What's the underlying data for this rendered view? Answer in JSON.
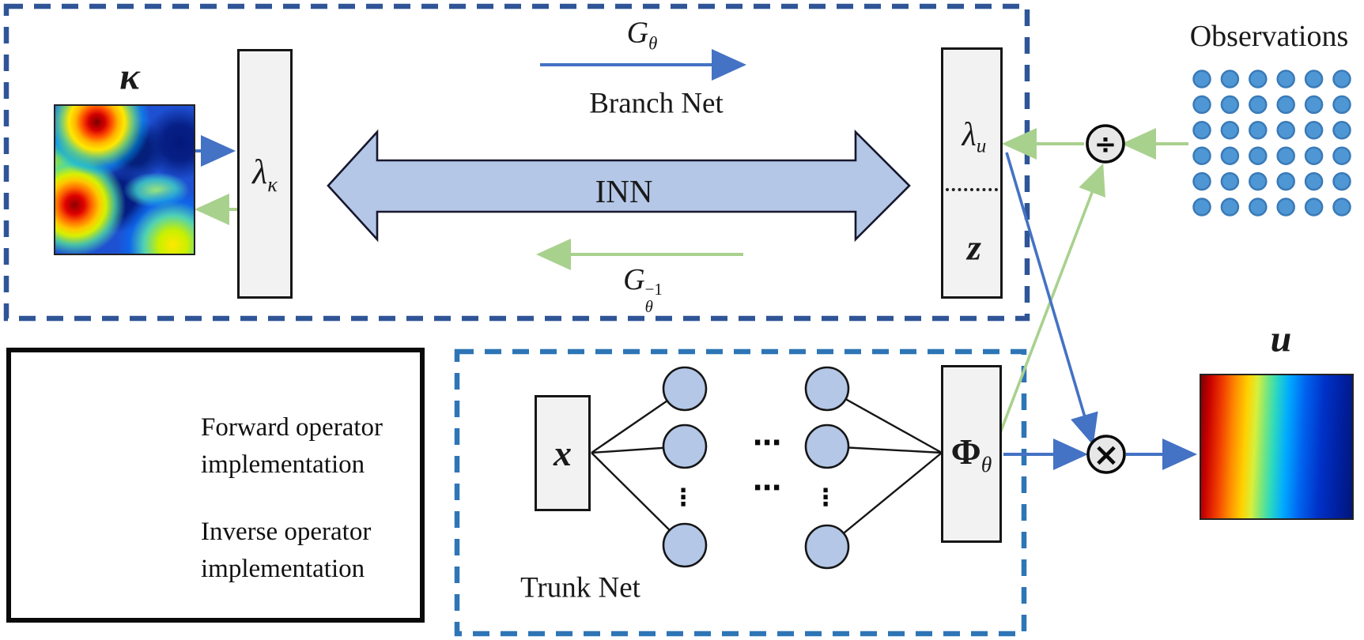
{
  "branch_section": {
    "input_label": "κ",
    "latent_input": {
      "base": "λ",
      "sub": "κ"
    },
    "forward_map": {
      "base": "G",
      "sub": "θ"
    },
    "forward_name": "Branch Net",
    "inn_label": "INN",
    "inverse_map": {
      "base": "G",
      "sub": "θ",
      "sup": "−1"
    },
    "latent_output": {
      "base": "λ",
      "sub": "u"
    },
    "z_label": "z"
  },
  "trunk_section": {
    "input_label": "x",
    "output_label": {
      "base": "Φ",
      "sub": "θ"
    },
    "name": "Trunk Net",
    "h_ellipsis": "⋯",
    "v_ellipsis": "⋮"
  },
  "observations": {
    "title": "Observations",
    "rows": 6,
    "cols": 6
  },
  "output": {
    "label": "u"
  },
  "operators": {
    "divide": "÷",
    "multiply": "×"
  },
  "legend": {
    "forward_line1": "Forward operator",
    "forward_line2": "implementation",
    "inverse_line1": "Inverse operator",
    "inverse_line2": "implementation"
  },
  "colors": {
    "forward_arrow": "#4472C4",
    "inverse_arrow": "#A9D18E",
    "inn_fill": "#B4C7E7",
    "node_fill": "#B4C7E7",
    "box_fill": "#F2F2F2",
    "branch_dash": "#2F5597",
    "trunk_dash": "#2E75B6",
    "observation_dot": "#5B9BD5"
  }
}
